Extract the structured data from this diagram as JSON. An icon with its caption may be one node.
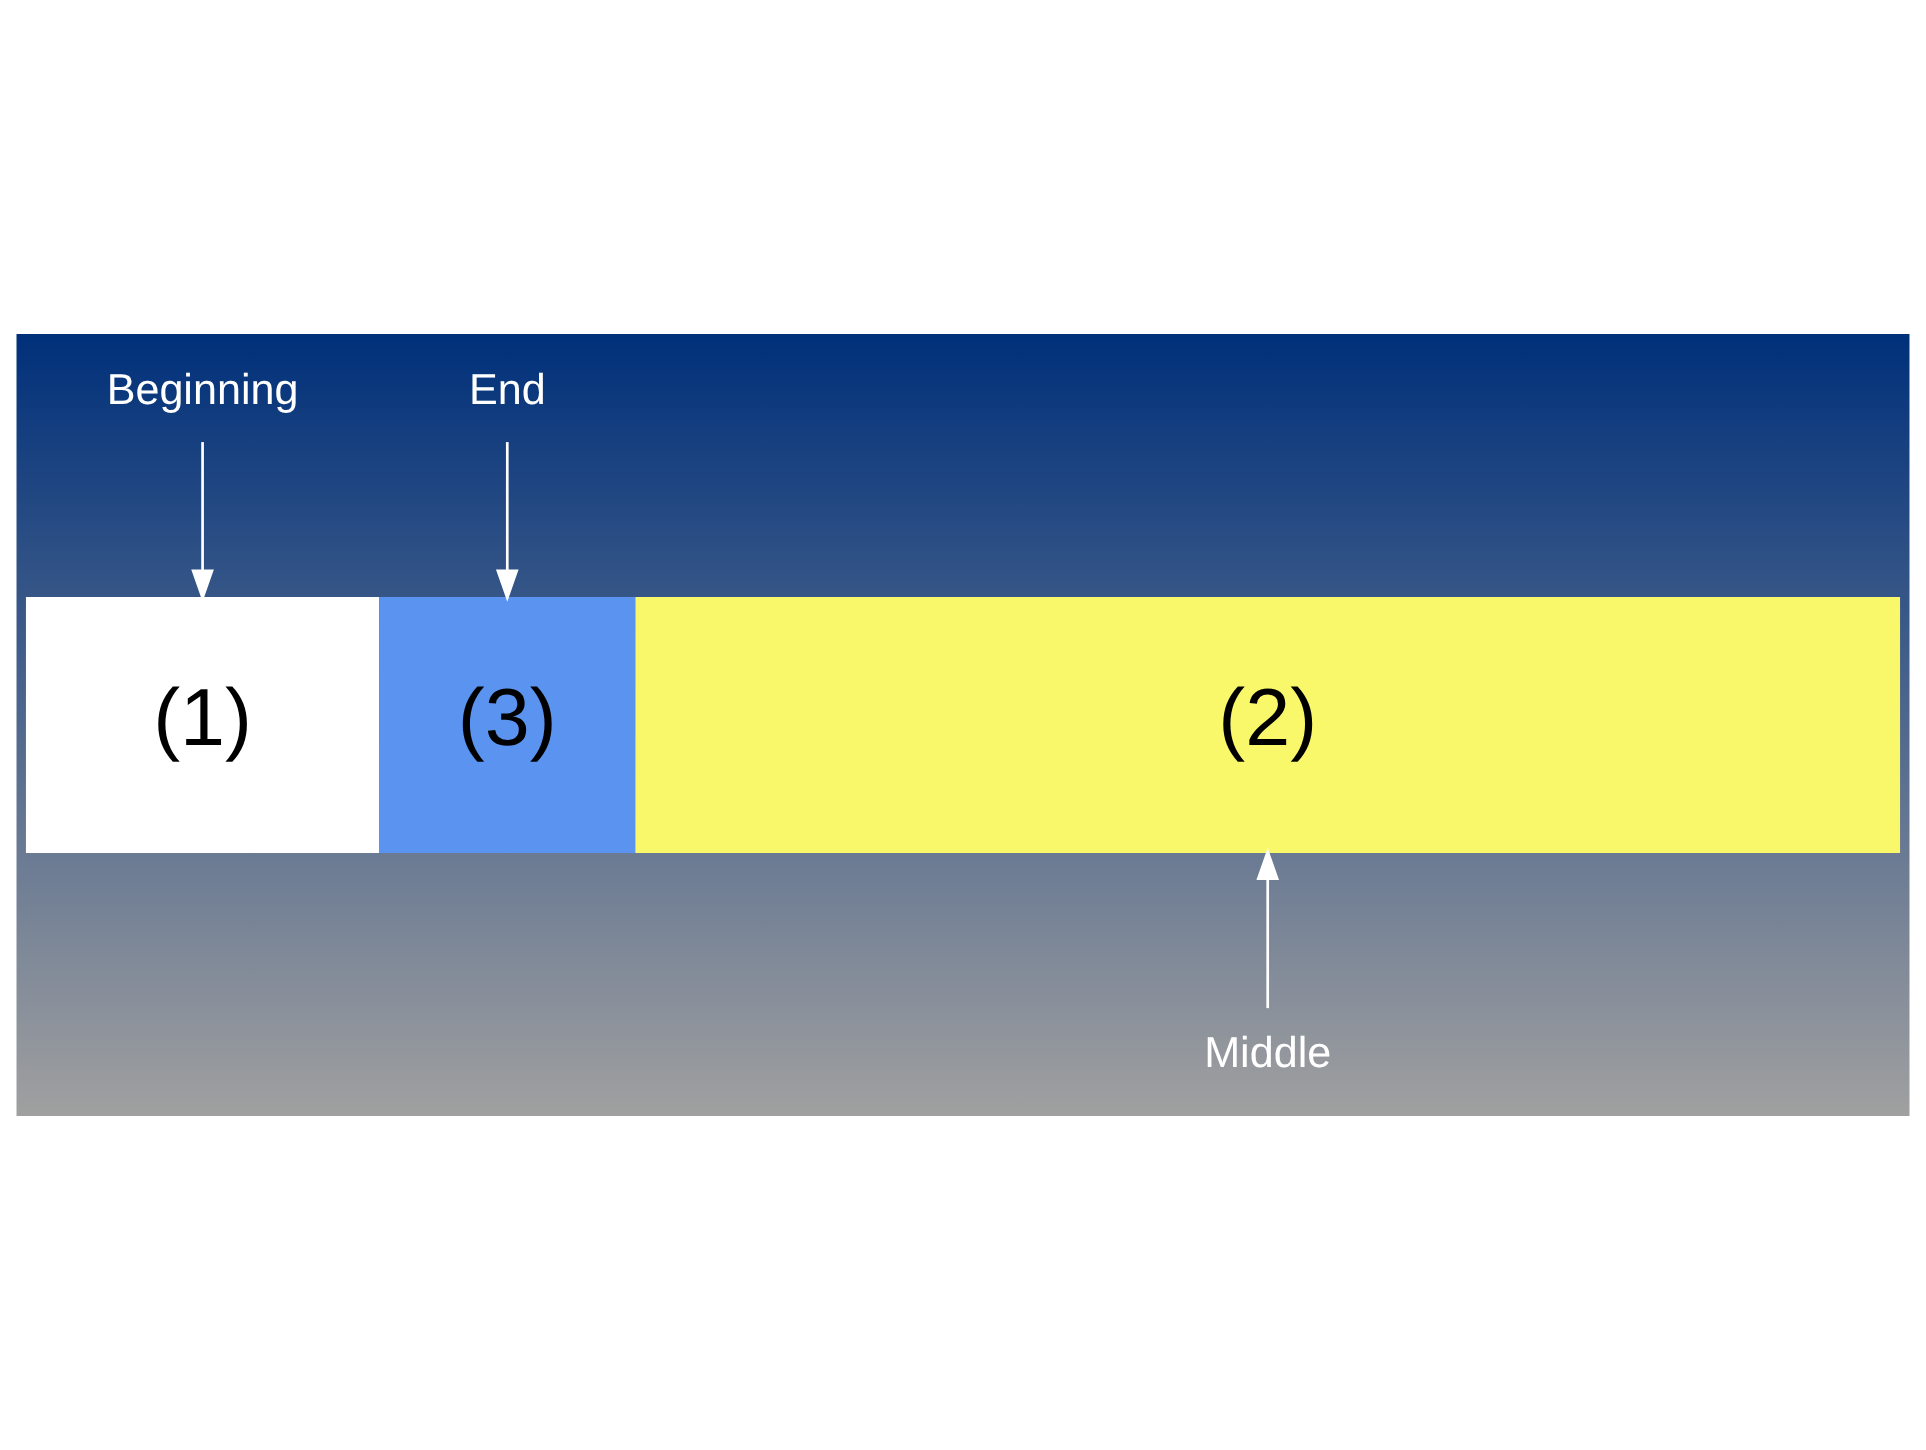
{
  "diagram": {
    "nodes": [
      {
        "text": [
          "Beginning"
        ]
      },
      {
        "text": [
          "(1)"
        ]
      },
      {
        "text": [
          "(2)"
        ]
      },
      {
        "text": [
          "(3)"
        ]
      },
      {
        "text": [
          "End"
        ]
      },
      {
        "text": [
          "Middle"
        ]
      }
    ],
    "edges": [
      {
        "from": 0,
        "to": 1,
        "arrow": "to"
      },
      {
        "from": 4,
        "to": 3,
        "arrow": "to"
      },
      {
        "from": 5,
        "to": 2,
        "arrow": "to"
      }
    ]
  }
}
